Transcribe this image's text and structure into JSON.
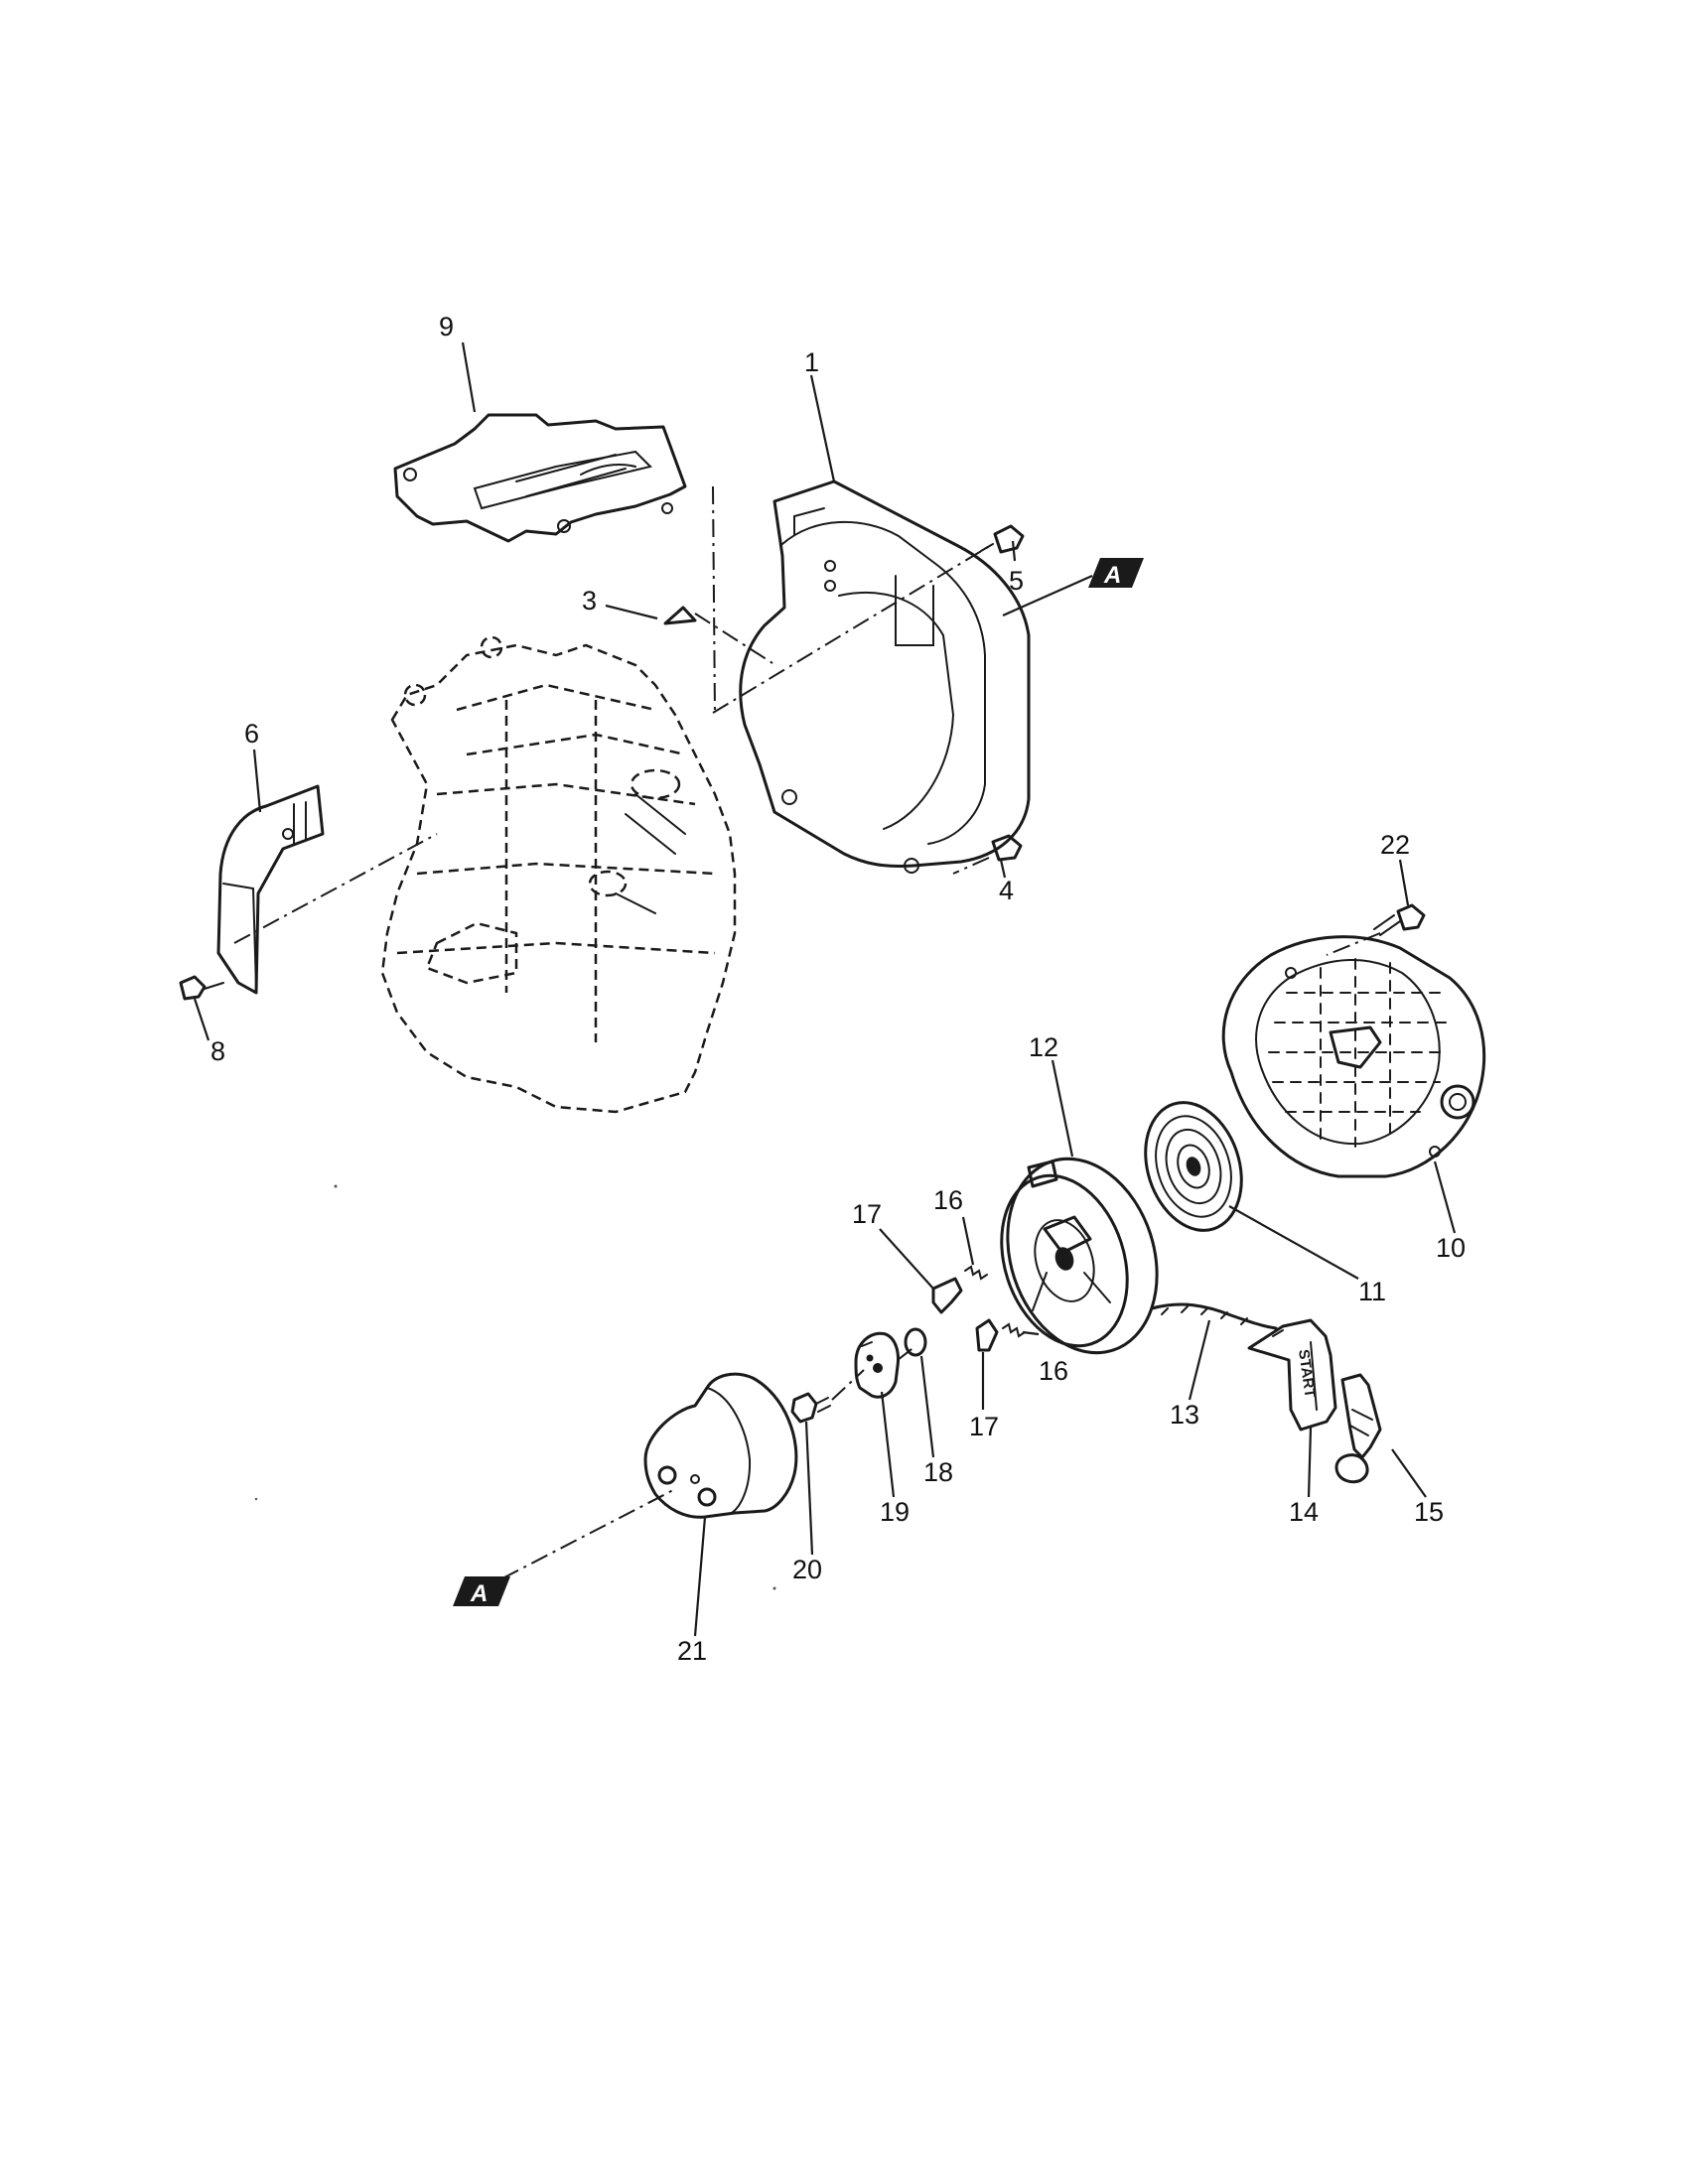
{
  "callouts": {
    "c1": "1",
    "c3": "3",
    "c4": "4",
    "c5": "5",
    "c6": "6",
    "c8": "8",
    "c9": "9",
    "c10": "10",
    "c11": "11",
    "c12": "12",
    "c13": "13",
    "c14": "14",
    "c15": "15",
    "c16a": "16",
    "c16b": "16",
    "c17a": "17",
    "c17b": "17",
    "c18": "18",
    "c19": "19",
    "c20": "20",
    "c21": "21",
    "c22": "22"
  },
  "reference_flags": {
    "top": "A",
    "bottom": "A"
  },
  "handle_text": "START",
  "colors": {
    "ink": "#1a1a1a",
    "background": "#ffffff"
  }
}
